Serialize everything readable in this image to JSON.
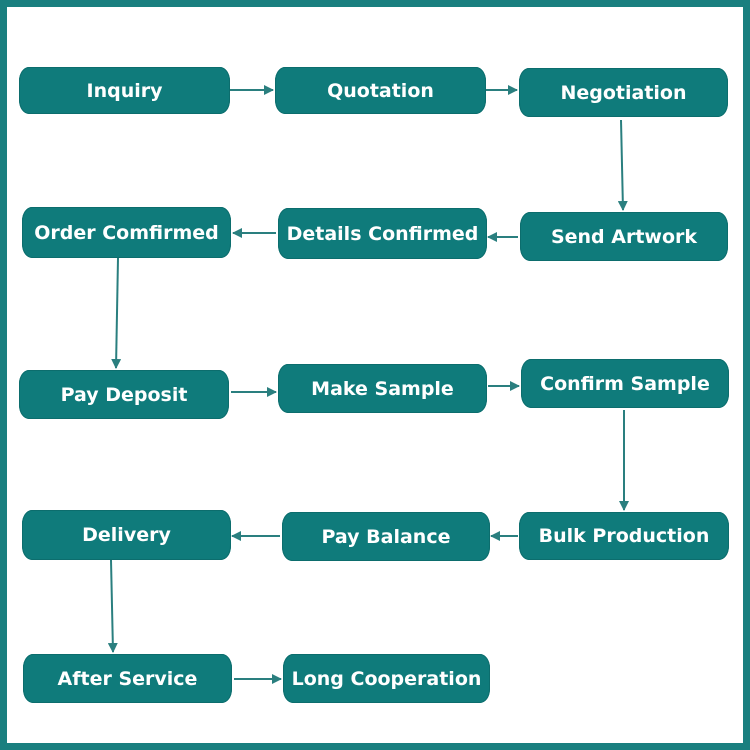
{
  "colors": {
    "frame": "#1a7f7f",
    "node_fill": "#0f7b7b",
    "node_text": "#ffffff",
    "arrow": "#2a7f7f"
  },
  "steps": {
    "inquiry": "Inquiry",
    "quotation": "Quotation",
    "negotiation": "Negotiation",
    "send_artwork": "Send Artwork",
    "details_confirmed": "Details Confirmed",
    "order_confirmed": "Order Comfirmed",
    "pay_deposit": "Pay Deposit",
    "make_sample": "Make Sample",
    "confirm_sample": "Confirm Sample",
    "bulk_production": "Bulk Production",
    "pay_balance": "Pay Balance",
    "delivery": "Delivery",
    "after_service": "After Service",
    "long_cooperation": "Long Cooperation"
  }
}
